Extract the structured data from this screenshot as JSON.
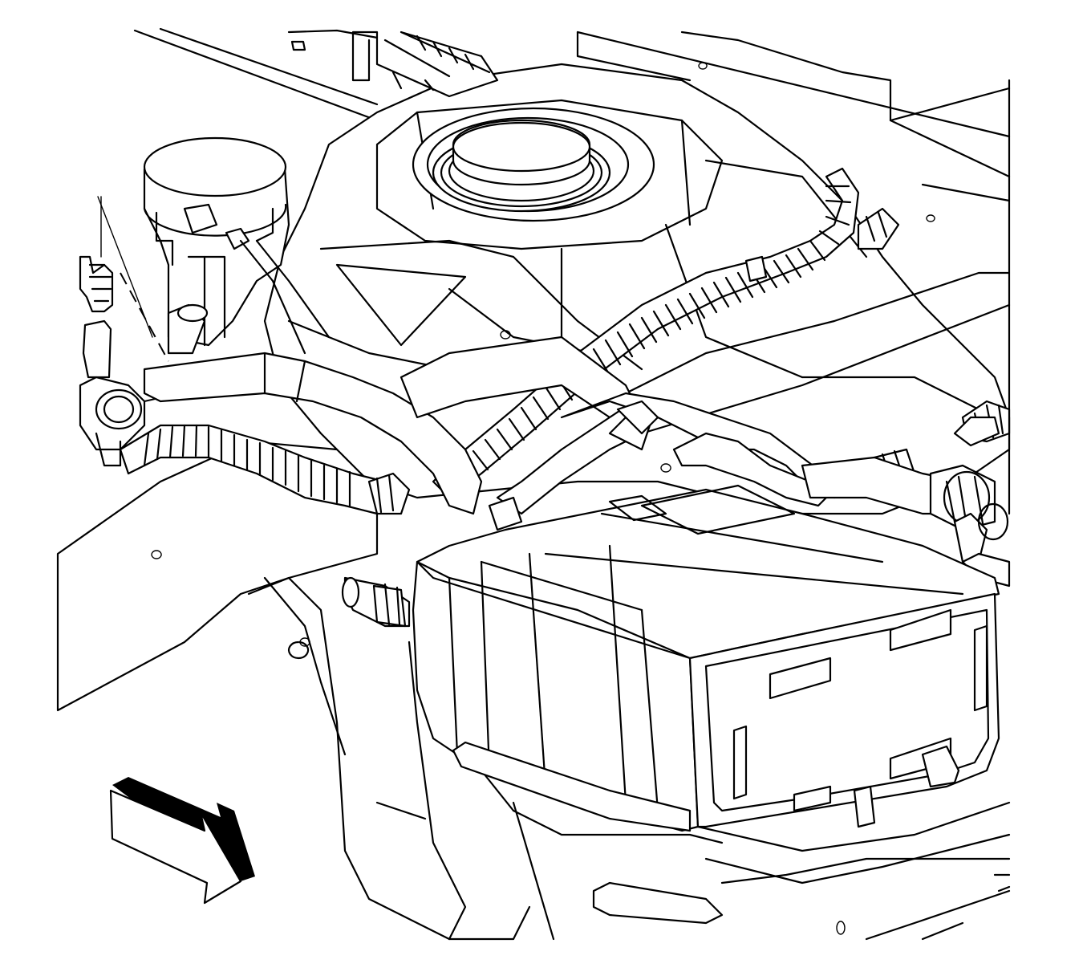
{
  "diagram": {
    "components": [
      "fuel-tank",
      "fuel-tank-filler-cap",
      "evap-canister",
      "evap-vent-solenoid",
      "electrical-connector",
      "wiring-harness",
      "vapor-hoses",
      "vehicle-frame-rail"
    ],
    "view_arrow": {
      "icon": "direction-arrow-icon",
      "direction": "forward-right"
    },
    "colors": {
      "line": "#000000",
      "background": "#ffffff"
    }
  }
}
